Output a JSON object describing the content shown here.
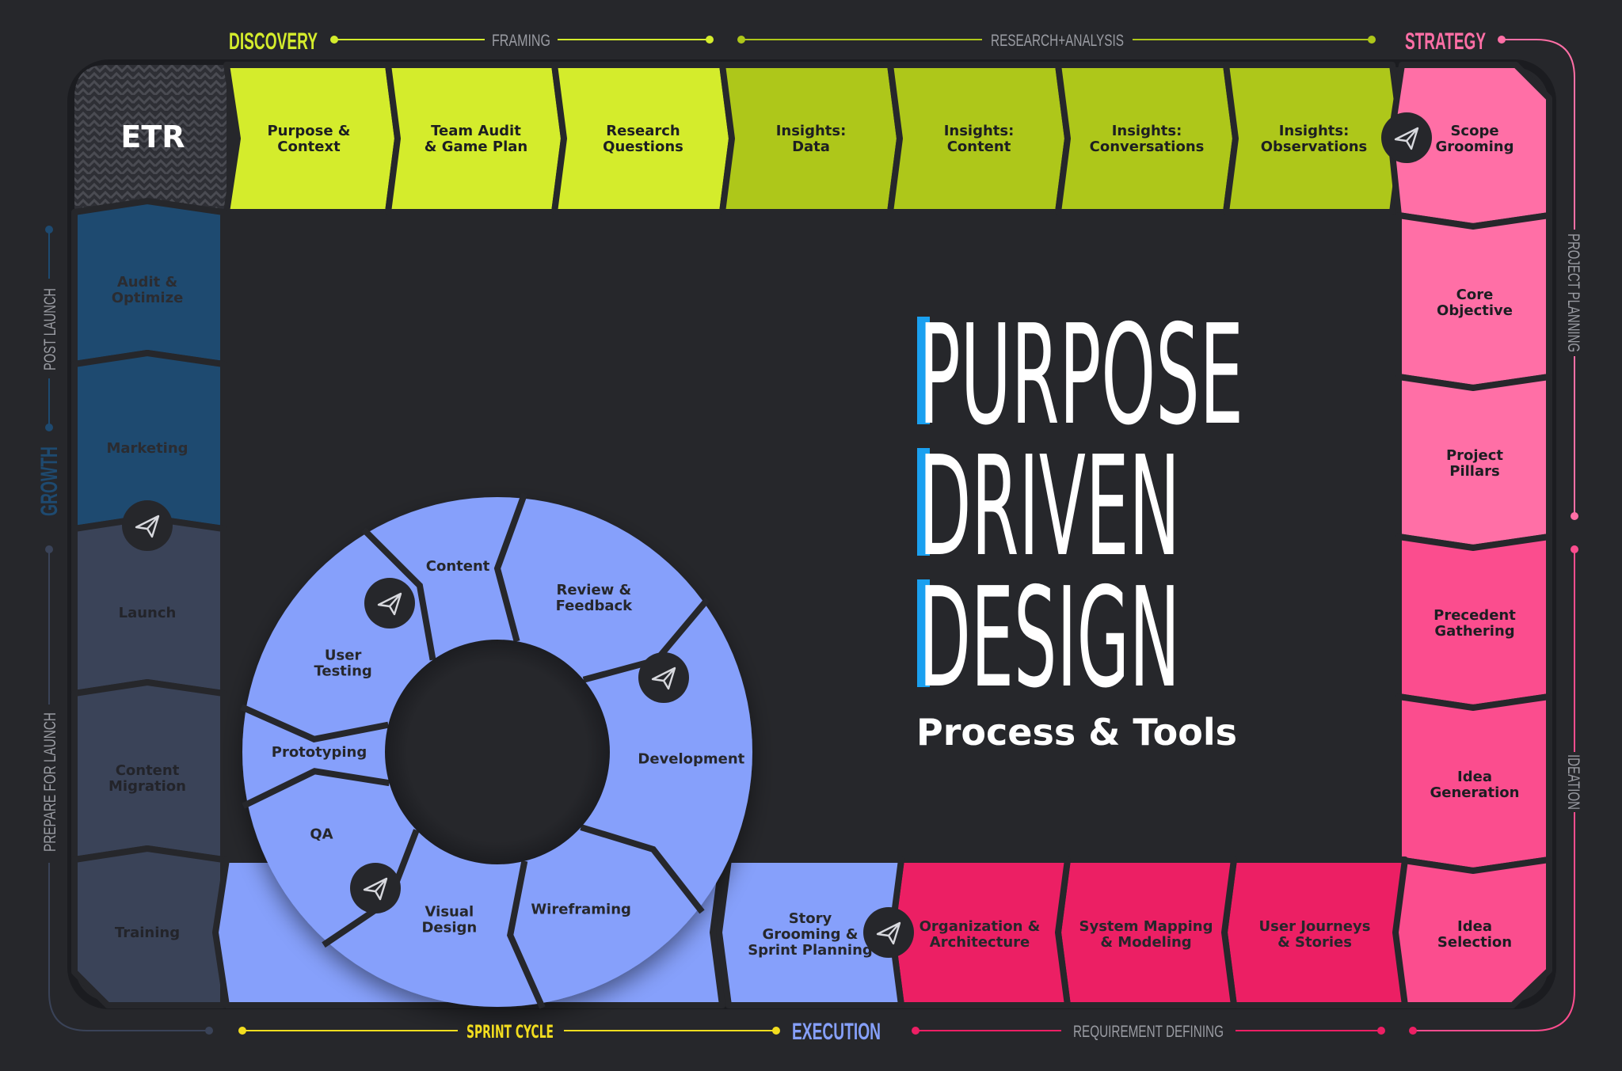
{
  "brand": {
    "logo_text": "ETR"
  },
  "title": {
    "lines": [
      "PURPOSE",
      "DRIVEN",
      "DESIGN"
    ],
    "subtitle": "Process & Tools"
  },
  "colors": {
    "background": "#26272b",
    "discovery_bright": "#d4ec2c",
    "discovery_dark": "#aec71a",
    "strategy_light": "#ff6fa6",
    "strategy_mid": "#fb4d8e",
    "requirements": "#ec1f64",
    "execution": "#86a0fb",
    "post_launch": "#1e4a70",
    "prepare": "#3a4358",
    "title_accent": "#1aa0f0"
  },
  "phases": {
    "discovery": "DISCOVERY",
    "strategy": "STRATEGY",
    "execution": "EXECUTION",
    "growth": "GROWTH"
  },
  "tracks": {
    "framing": "FRAMING",
    "research_analysis": "RESEARCH+ANALYSIS",
    "project_planning": "PROJECT PLANNING",
    "ideation": "IDEATION",
    "requirement_defining": "REQUIREMENT DEFINING",
    "sprint_cycle": "SPRINT CYCLE",
    "post_launch": "POST LAUNCH",
    "prepare_for_launch": "PREPARE FOR LAUNCH"
  },
  "top_row": [
    {
      "lines": [
        "Purpose &",
        "Context"
      ]
    },
    {
      "lines": [
        "Team Audit",
        "& Game Plan"
      ]
    },
    {
      "lines": [
        "Research",
        "Questions"
      ]
    },
    {
      "lines": [
        "Insights:",
        "Data"
      ]
    },
    {
      "lines": [
        "Insights:",
        "Content"
      ]
    },
    {
      "lines": [
        "Insights:",
        "Conversations"
      ]
    },
    {
      "lines": [
        "Insights:",
        "Observations"
      ]
    }
  ],
  "right_column": [
    {
      "lines": [
        "Scope",
        "Grooming"
      ]
    },
    {
      "lines": [
        "Core",
        "Objective"
      ]
    },
    {
      "lines": [
        "Project",
        "Pillars"
      ]
    },
    {
      "lines": [
        "Precedent",
        "Gathering"
      ]
    },
    {
      "lines": [
        "Idea",
        "Generation"
      ]
    },
    {
      "lines": [
        "Idea",
        "Selection"
      ]
    }
  ],
  "bottom_row": [
    {
      "lines": [
        "User Journeys",
        "& Stories"
      ]
    },
    {
      "lines": [
        "System Mapping",
        "& Modeling"
      ]
    },
    {
      "lines": [
        "Organization &",
        "Architecture"
      ]
    },
    {
      "lines": [
        "Story",
        "Grooming &",
        "Sprint Planning"
      ]
    }
  ],
  "left_column": [
    {
      "lines": [
        "Audit &",
        "Optimize"
      ]
    },
    {
      "lines": [
        "Marketing"
      ]
    },
    {
      "lines": [
        "Launch"
      ]
    },
    {
      "lines": [
        "Content",
        "Migration"
      ]
    },
    {
      "lines": [
        "Training"
      ]
    }
  ],
  "sprint_cycle": [
    {
      "lines": [
        "Content"
      ]
    },
    {
      "lines": [
        "Review &",
        "Feedback"
      ]
    },
    {
      "lines": [
        "Development"
      ]
    },
    {
      "lines": [
        "Wireframing"
      ]
    },
    {
      "lines": [
        "Visual",
        "Design"
      ]
    },
    {
      "lines": [
        "QA"
      ]
    },
    {
      "lines": [
        "Prototyping"
      ]
    },
    {
      "lines": [
        "User",
        "Testing"
      ]
    }
  ],
  "icons": {
    "milestone": "paper-plane-icon",
    "logo_pattern": "zigzag-pattern"
  }
}
